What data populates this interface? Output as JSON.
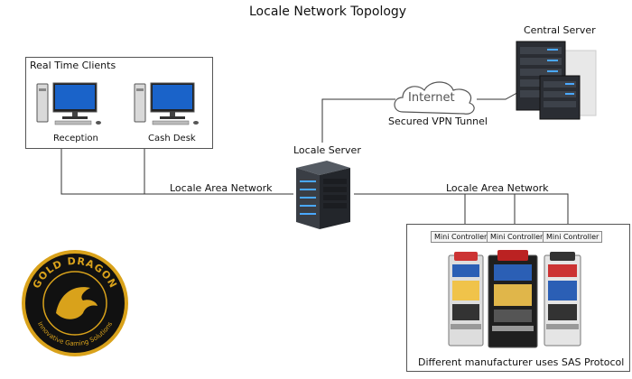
{
  "title": "Locale Network Topology",
  "clients_box": {
    "heading": "Real Time Clients",
    "clients": [
      {
        "label": "Reception",
        "icon": "desktop-computer-icon"
      },
      {
        "label": "Cash Desk",
        "icon": "desktop-computer-icon"
      }
    ]
  },
  "central_server": {
    "label": "Central Server",
    "icon": "server-rack-icon"
  },
  "internet": {
    "label": "Internet",
    "icon": "cloud-icon"
  },
  "vpn_label": "Secured VPN Tunnel",
  "locale_server": {
    "label": "Locale Server",
    "icon": "server-tower-icon"
  },
  "lan_left_label": "Locale Area Network",
  "lan_right_label": "Locale Area Network",
  "machines_box": {
    "controllers": [
      "Mini Controller",
      "Mini Controller",
      "Mini Controller"
    ],
    "caption": "Different manufacturer uses SAS Protocol"
  },
  "logo": {
    "top_text": "GOLD DRAGON",
    "bottom_text": "Innovative Gaming Solutions",
    "icon": "dragon-logo-icon"
  },
  "colors": {
    "line": "#333333",
    "logo_gold": "#d9a21b",
    "logo_black": "#111111",
    "screen_blue": "#1a63c9"
  }
}
